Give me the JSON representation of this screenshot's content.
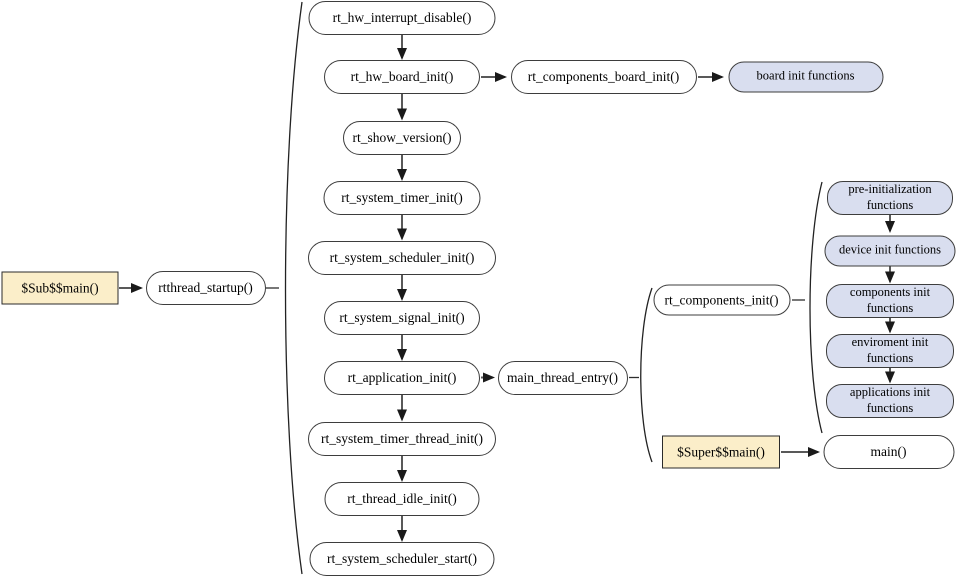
{
  "nodes": {
    "sub_main": "$Sub$$main()",
    "rtthread_startup": "rtthread_startup()",
    "chain": [
      "rt_hw_interrupt_disable()",
      "rt_hw_board_init()",
      "rt_show_version()",
      "rt_system_timer_init()",
      "rt_system_scheduler_init()",
      "rt_system_signal_init()",
      "rt_application_init()",
      "rt_system_timer_thread_init()",
      "rt_thread_idle_init()",
      "rt_system_scheduler_start()"
    ],
    "components_board_init": "rt_components_board_init()",
    "board_init_functions": "board init functions",
    "main_thread_entry": "main_thread_entry()",
    "components_init": "rt_components_init()",
    "init_functions": [
      "pre-initialization functions",
      "device init functions",
      "components init functions",
      "enviroment init functions",
      "applications init functions"
    ],
    "super_main": "$Super$$main()",
    "main": "main()"
  },
  "colors": {
    "entry_box_fill": "#fbeec9",
    "group_box_fill": "#d9deef",
    "node_fill": "#ffffff",
    "border": "#3d3d3d",
    "arrow_shaft": "#595959",
    "arrow_head": "#1a1a1a",
    "background": "#ffffff"
  }
}
